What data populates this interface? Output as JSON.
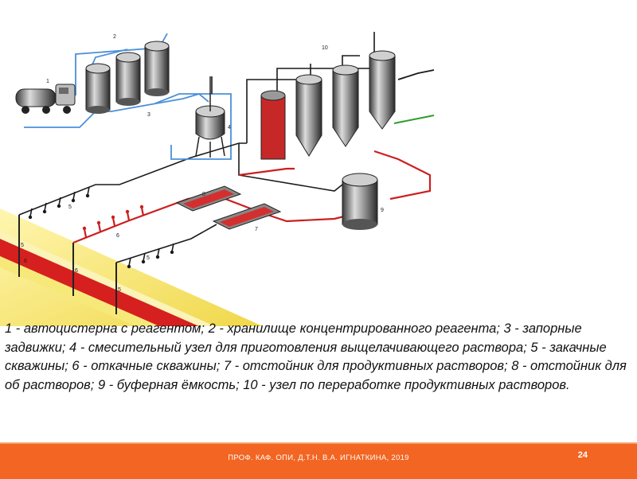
{
  "slide": {
    "caption": "1 - автоцистерна с реагентом; 2 - хранилище концентрированного реагента; 3 - запорные задвижки; 4 - смесительный узел для приготовления выщелачивающего раствора; 5 - закачные скважины; 6 - откачные скважины; 7 - отстойник для продуктивных растворов; 8 - отстойник для об растворов; 9 - буферная ёмкость; 10 - узел по переработке продуктивных растворов.",
    "footer": "ПРОФ. КАФ. ОПИ, Д.Т.Н. В.А. ИГНАТКИНА, 2019",
    "page_number": "24"
  },
  "diagram": {
    "labels": {
      "l1": "1",
      "l2": "2",
      "l3": "3",
      "l4": "4",
      "l5a": "5",
      "l5b": "5",
      "l5c": "5",
      "l5d": "5",
      "l6a": "6",
      "l6b": "6",
      "l6c": "6",
      "l7": "7",
      "l8": "8",
      "l9": "9",
      "l10": "10"
    },
    "colors": {
      "reagent_line": "#4a90d9",
      "solution_line": "#1a1a1a",
      "product_line": "#cc1f1f",
      "output_green": "#2e9e2e",
      "ground": "#f3e36a",
      "ore_layer": "#d61f1f",
      "footer": "#f26522"
    }
  }
}
